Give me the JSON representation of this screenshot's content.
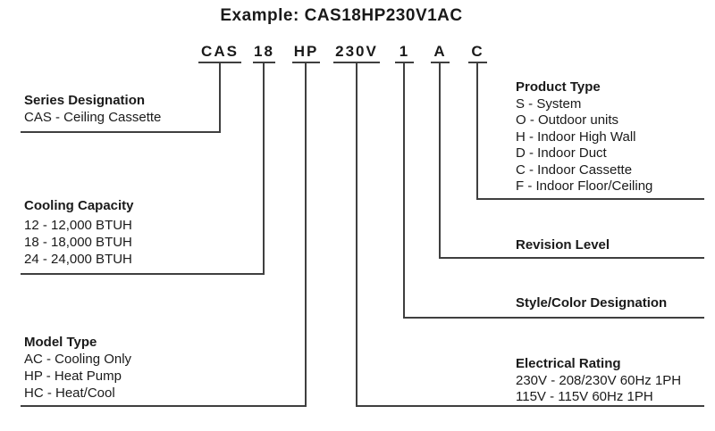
{
  "title": "Example: CAS18HP230V1AC",
  "model_code": {
    "segments": [
      "CAS",
      "18",
      "HP",
      "230V",
      "1",
      "A",
      "C"
    ]
  },
  "sections": {
    "series": {
      "heading": "Series Designation",
      "items": [
        "CAS - Ceiling Cassette"
      ]
    },
    "cooling": {
      "heading": "Cooling Capacity",
      "items": [
        "12 - 12,000 BTUH",
        "18 - 18,000 BTUH",
        "24 - 24,000 BTUH"
      ]
    },
    "model": {
      "heading": "Model Type",
      "items": [
        "AC - Cooling Only",
        "HP - Heat Pump",
        "HC - Heat/Cool"
      ]
    },
    "product": {
      "heading": "Product Type",
      "items": [
        "S - System",
        "O - Outdoor units",
        "H - Indoor High Wall",
        "D - Indoor Duct",
        "C - Indoor Cassette",
        "F - Indoor Floor/Ceiling"
      ]
    },
    "revision": {
      "heading": "Revision Level"
    },
    "style_color": {
      "heading": "Style/Color Designation"
    },
    "electrical": {
      "heading": "Electrical Rating",
      "items": [
        "230V - 208/230V 60Hz 1PH",
        "115V - 115V 60Hz 1PH"
      ]
    }
  },
  "colors": {
    "text": "#1a1a1a",
    "line": "#3f3f3f",
    "background": "#ffffff"
  }
}
